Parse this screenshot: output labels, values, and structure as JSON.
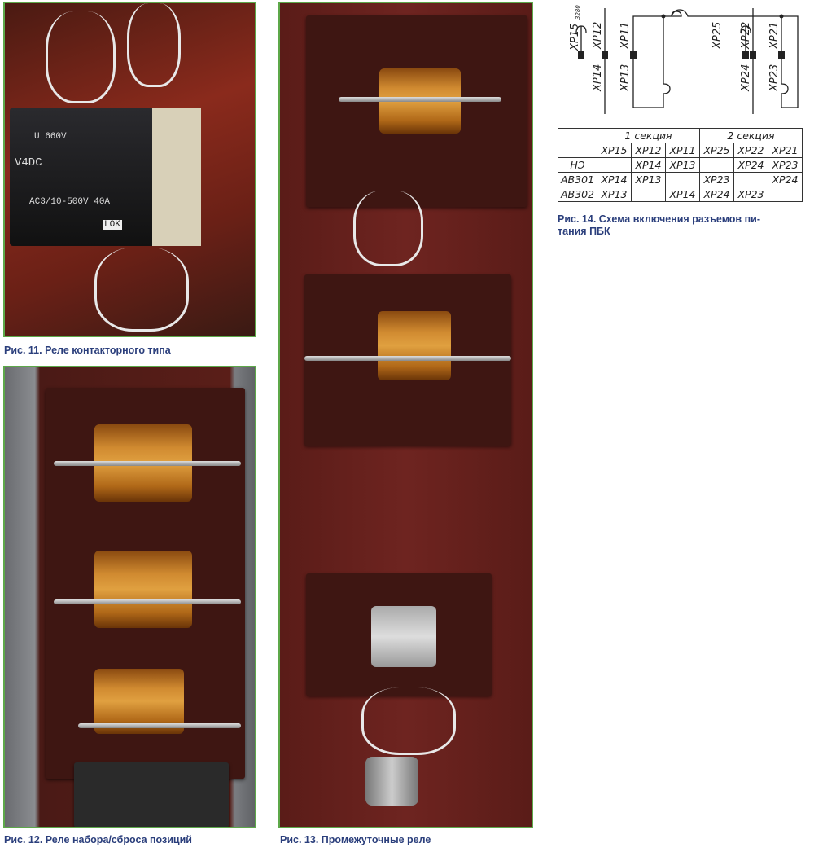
{
  "figures": [
    {
      "caption": "Рис. 11. Реле контакторного типа",
      "labels": [
        "U 660V",
        "V4DC",
        "AC3/10-500V 40A",
        "LOK"
      ]
    },
    {
      "caption": "Рис. 12. Реле набора/сброса позиций"
    },
    {
      "caption": "Рис. 13. Промежуточные реле"
    },
    {
      "caption": "Рис. 14. Схема включения разъемов пи-\nтания ПБК"
    }
  ],
  "diagram": {
    "labels": [
      "XP15",
      "3280",
      "XP12",
      "XP11",
      "XP14",
      "XP13",
      "XP25",
      "XP22",
      "XP21",
      "XP24",
      "XP23"
    ]
  },
  "table": {
    "groups": [
      "1 секция",
      "2 секция"
    ],
    "columns": [
      "XP15",
      "XP12",
      "XP11",
      "XP25",
      "XP22",
      "XP21"
    ],
    "rows": [
      {
        "label": "НЭ",
        "cells": [
          "",
          "XP14",
          "XP13",
          "",
          "XP24",
          "XP23"
        ]
      },
      {
        "label": "АВ301",
        "cells": [
          "XP14",
          "XP13",
          "",
          "XP23",
          "",
          "XP24"
        ]
      },
      {
        "label": "АВ302",
        "cells": [
          "XP13",
          "",
          "XP14",
          "XP24",
          "XP23",
          ""
        ]
      }
    ]
  }
}
